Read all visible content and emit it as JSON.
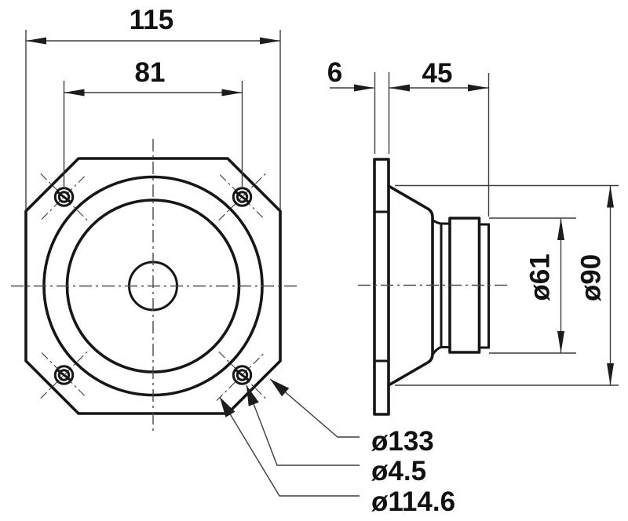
{
  "drawing": {
    "background_color": "#ffffff",
    "line_color": "#161616",
    "thin_line_color": "#3d3d3d",
    "dimensions": {
      "overall_width": "115",
      "mounting_hole_spacing": "81",
      "flange_thickness": "6",
      "mounting_depth": "45",
      "magnet_diameter": "ø61",
      "basket_diameter": "ø90",
      "overall_diagonal": "ø133",
      "screw_hole_diameter": "ø4.5",
      "bolt_circle_diameter": "ø114.6"
    }
  }
}
